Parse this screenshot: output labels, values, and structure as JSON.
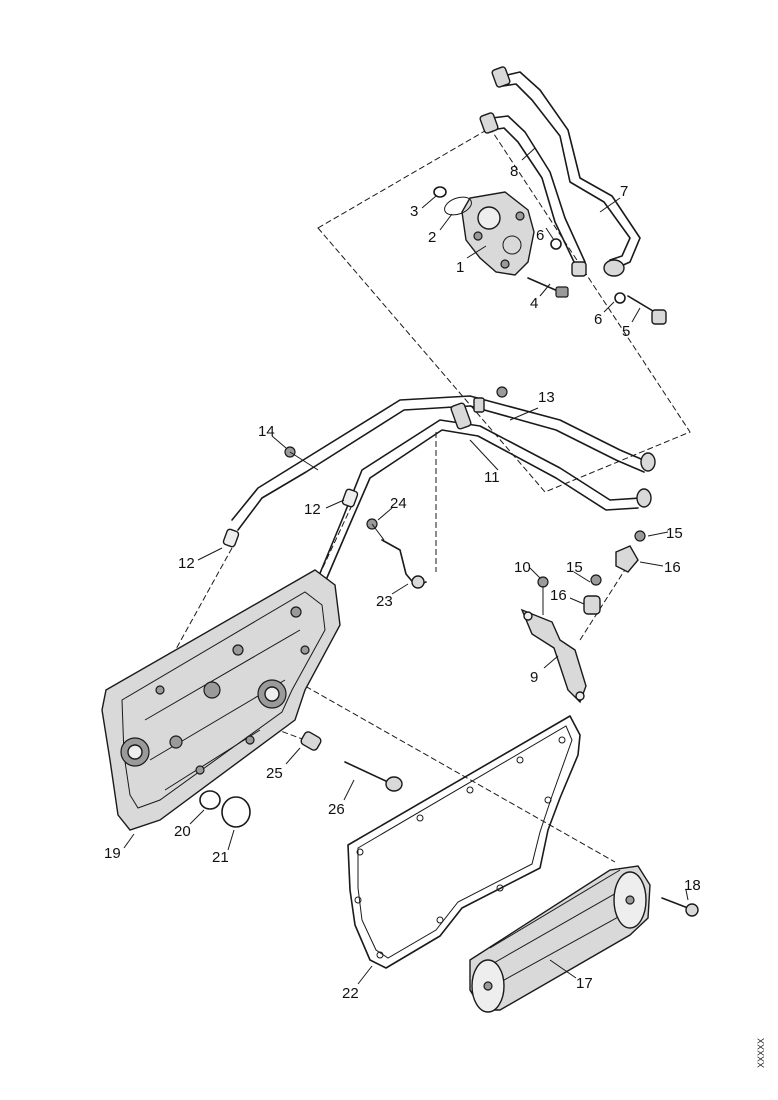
{
  "diagram": {
    "callouts": [
      "1",
      "2",
      "3",
      "4",
      "5",
      "6",
      "6",
      "7",
      "8",
      "9",
      "10",
      "11",
      "12",
      "12",
      "13",
      "14",
      "15",
      "15",
      "16",
      "16",
      "17",
      "18",
      "19",
      "20",
      "21",
      "22",
      "23",
      "24",
      "25",
      "26"
    ],
    "figure_code": "XXXXX"
  }
}
